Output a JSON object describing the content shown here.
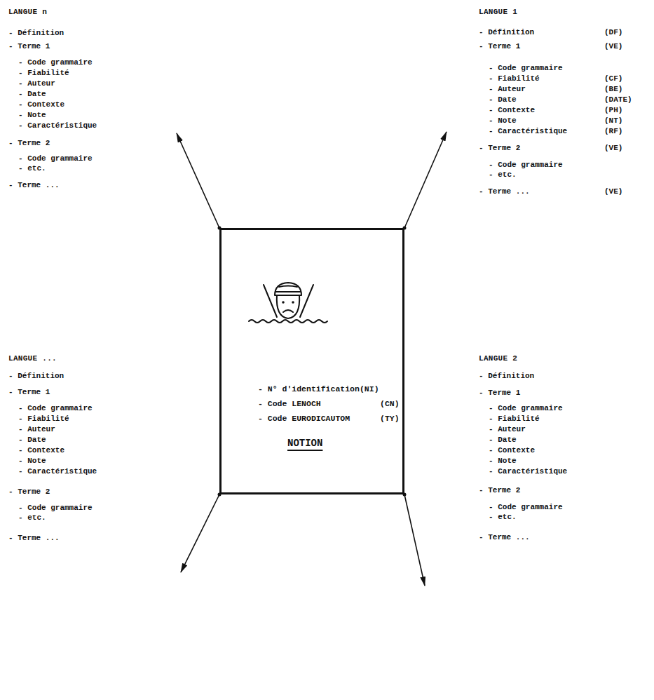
{
  "diagram": {
    "nodes": [
      {
        "text": [
          "LANGUE n",
          "- Définition",
          "- Terme 1",
          "- Code grammaire",
          "- Fiabilité",
          "- Auteur",
          "- Date",
          "- Contexte",
          "- Note",
          "- Caractéristique",
          "- Terme 2",
          "- Code grammaire",
          "- etc.",
          "- Terme ..."
        ]
      },
      {
        "text": [
          "LANGUE 1",
          "- Définition",
          "(DF)",
          "- Terme 1",
          "(VE)",
          "- Code grammaire",
          "- Fiabilité",
          "(CF)",
          "- Auteur",
          "(BE)",
          "- Date",
          "(DATE)",
          "- Contexte",
          "(PH)",
          "- Note",
          "(NT)",
          "- Caractéristique",
          "(RF)",
          "- Terme 2",
          "(VE)",
          "- Code grammaire",
          "- etc.",
          "- Terme ...",
          "(VE)"
        ]
      },
      {
        "text": [
          "- N° d'identification(NI)",
          "- Code LENOCH",
          "(CN)",
          "- Code EURODICAUTOM",
          "(TY)",
          "NOTION"
        ]
      },
      {
        "text": [
          "LANGUE ...",
          "- Définition",
          "- Terme 1",
          "- Code grammaire",
          "- Fiabilité",
          "- Auteur",
          "- Date",
          "- Contexte",
          "- Note",
          "- Caractéristique",
          "- Terme 2",
          "- Code grammaire",
          "- etc.",
          "- Terme ..."
        ]
      },
      {
        "text": [
          "LANGUE 2",
          "- Définition",
          "- Terme 1",
          "- Code grammaire",
          "- Fiabilité",
          "- Auteur",
          "- Date",
          "- Contexte",
          "- Note",
          "- Caractéristique",
          "- Terme 2",
          "- Code grammaire",
          "- etc.",
          "- Terme ..."
        ]
      }
    ],
    "edges": [
      {
        "from": 2,
        "to": 0,
        "arrow": "to"
      },
      {
        "from": 2,
        "to": 1,
        "arrow": "to"
      },
      {
        "from": 2,
        "to": 3,
        "arrow": "to"
      },
      {
        "from": 2,
        "to": 4,
        "arrow": "to"
      }
    ]
  }
}
